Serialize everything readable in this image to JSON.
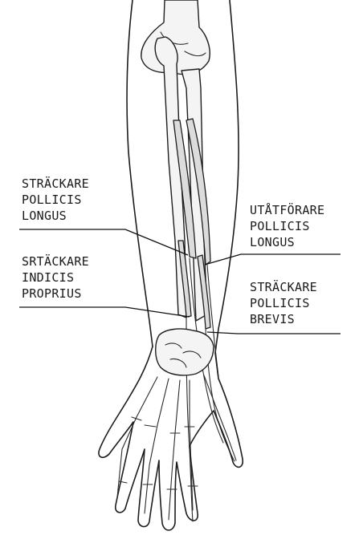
{
  "labels": {
    "epl": [
      "STRÄCKARE",
      "POLLICIS",
      "LONGUS"
    ],
    "eip": [
      "SRTÄCKARE",
      "INDICIS",
      "PROPRIUS"
    ],
    "apl": [
      "UTÅTFÖRARE",
      "POLLICIS",
      "LONGUS"
    ],
    "epb": [
      "STRÄCKARE",
      "POLLICIS",
      "BREVIS"
    ]
  }
}
